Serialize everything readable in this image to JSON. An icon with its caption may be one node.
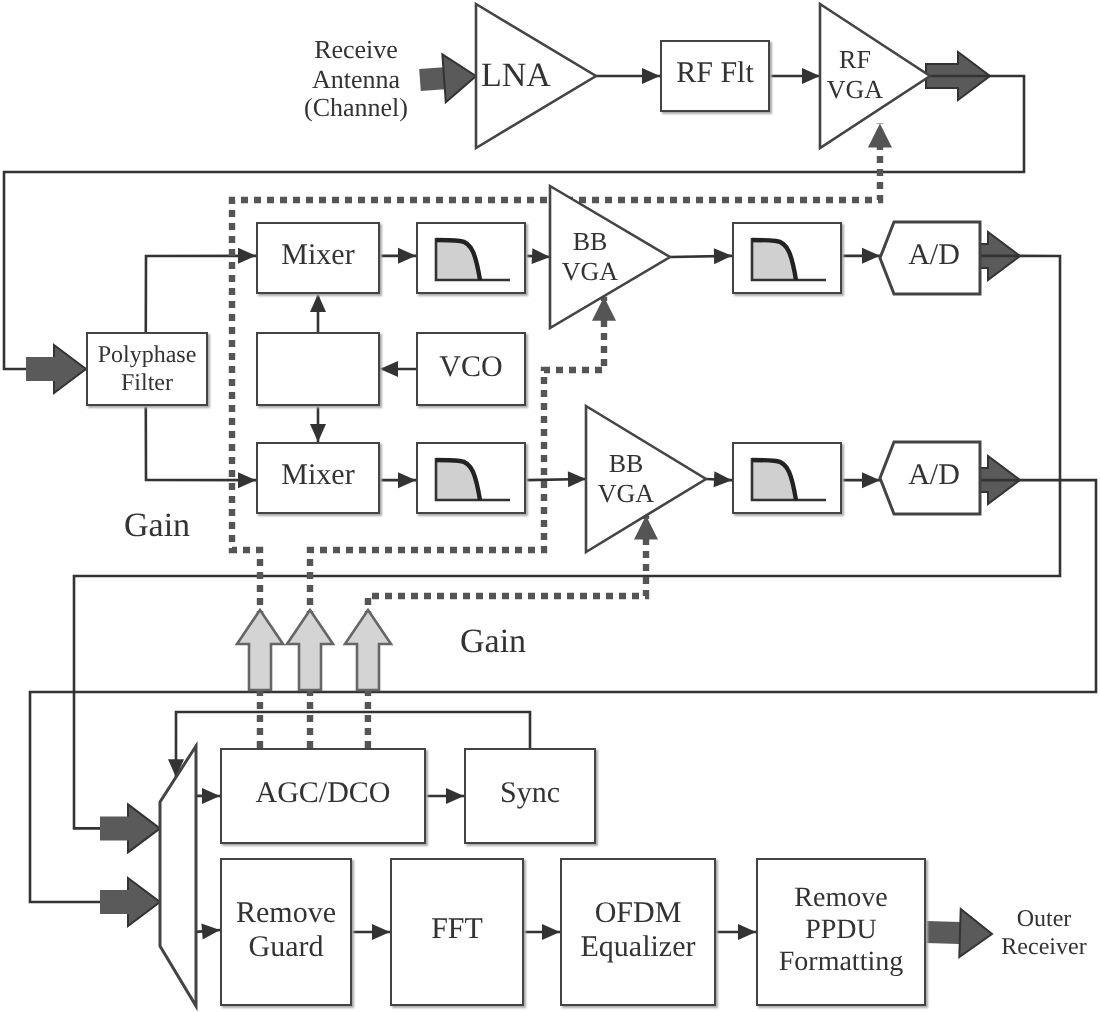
{
  "diagram": {
    "nodes": [
      {
        "text": [
          "Receive Antenna (Channel)"
        ]
      },
      {
        "text": [
          "LNA"
        ]
      },
      {
        "text": [
          "RF Flt"
        ]
      },
      {
        "text": [
          "RF VGA"
        ]
      },
      {
        "text": [
          "Polyphase Filter"
        ]
      },
      {
        "text": [
          "Mixer"
        ]
      },
      {
        "text": [],
        "shape": "box"
      },
      {
        "text": [
          "BB VGA"
        ]
      },
      {
        "text": [],
        "shape": "box"
      },
      {
        "text": [
          "A/D"
        ]
      },
      {
        "text": [],
        "shape": "box"
      },
      {
        "text": [
          "VCO"
        ]
      },
      {
        "text": [
          "Mixer"
        ]
      },
      {
        "text": [],
        "shape": "box"
      },
      {
        "text": [
          "BB VGA"
        ]
      },
      {
        "text": [],
        "shape": "box"
      },
      {
        "text": [
          "A/D"
        ]
      },
      {
        "text": [],
        "shape": "trapezoid"
      },
      {
        "text": [
          "AGC/DCO"
        ]
      },
      {
        "text": [
          "Sync"
        ]
      },
      {
        "text": [
          "Remove Guard"
        ]
      },
      {
        "text": [
          "FFT"
        ]
      },
      {
        "text": [
          "OFDM Equalizer"
        ]
      },
      {
        "text": [
          "Remove PPDU Formatting"
        ]
      },
      {
        "text": [
          "Outer Receiver"
        ]
      }
    ],
    "edges": [
      {
        "from": 0,
        "to": 1,
        "arrow": "to",
        "style": "thick",
        "color": "#5a5a5a"
      },
      {
        "from": 1,
        "to": 2,
        "arrow": "to"
      },
      {
        "from": 2,
        "to": 3,
        "arrow": "to"
      },
      {
        "from": 3,
        "to": 4,
        "arrow": "to"
      },
      {
        "from": 4,
        "to": 5,
        "arrow": "to"
      },
      {
        "from": 4,
        "to": 12,
        "arrow": "to"
      },
      {
        "from": 5,
        "to": 6,
        "arrow": "to"
      },
      {
        "from": 6,
        "to": 7,
        "arrow": "to"
      },
      {
        "from": 7,
        "to": 8,
        "arrow": "to"
      },
      {
        "from": 8,
        "to": 9,
        "arrow": "to"
      },
      {
        "from": 11,
        "to": 10,
        "arrow": "to"
      },
      {
        "from": 10,
        "to": 5,
        "arrow": "to"
      },
      {
        "from": 10,
        "to": 12,
        "arrow": "to"
      },
      {
        "from": 12,
        "to": 13,
        "arrow": "to"
      },
      {
        "from": 13,
        "to": 14,
        "arrow": "to"
      },
      {
        "from": 14,
        "to": 15,
        "arrow": "to"
      },
      {
        "from": 15,
        "to": 16,
        "arrow": "to"
      },
      {
        "from": 9,
        "to": 17,
        "arrow": "to"
      },
      {
        "from": 16,
        "to": 17,
        "arrow": "to"
      },
      {
        "from": 17,
        "to": 18,
        "arrow": "to"
      },
      {
        "from": 17,
        "to": 20,
        "arrow": "to"
      },
      {
        "from": 18,
        "to": 19,
        "arrow": "to"
      },
      {
        "from": 19,
        "to": 17,
        "arrow": "to"
      },
      {
        "from": 20,
        "to": 21,
        "arrow": "to"
      },
      {
        "from": 21,
        "to": 22,
        "arrow": "to"
      },
      {
        "from": 22,
        "to": 23,
        "arrow": "to"
      },
      {
        "from": 23,
        "to": 24,
        "arrow": "to",
        "style": "thick",
        "color": "#5a5a5a"
      },
      {
        "from": 18,
        "to": 3,
        "arrow": "to",
        "style": "dashed",
        "color": "#555555"
      },
      {
        "from": 18,
        "to": 7,
        "arrow": "to",
        "style": "dashed",
        "color": "#555555"
      },
      {
        "from": 18,
        "to": 14,
        "arrow": "to",
        "style": "dashed",
        "color": "#555555"
      }
    ],
    "labels": [
      "Gain",
      "Gain"
    ]
  }
}
